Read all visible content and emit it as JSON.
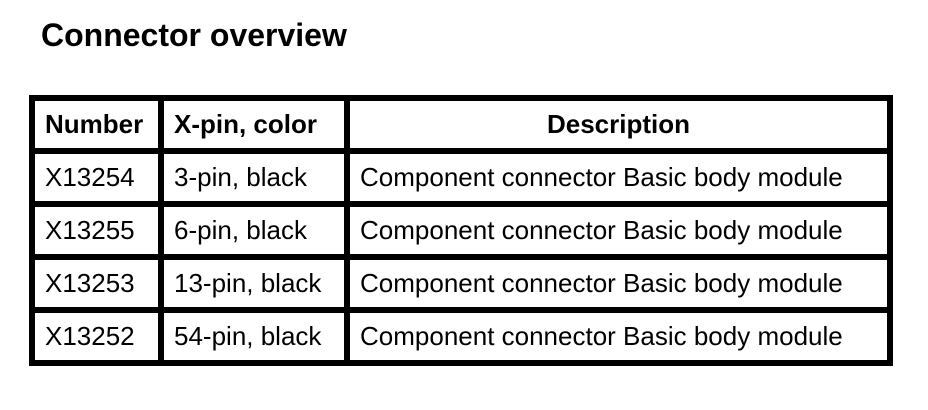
{
  "page": {
    "title": "Connector overview"
  },
  "colors": {
    "text": "#000000",
    "background": "#ffffff",
    "table_border": "#000000"
  },
  "table": {
    "columns": [
      {
        "key": "number",
        "label": "Number"
      },
      {
        "key": "pin_color",
        "label": "X-pin, color"
      },
      {
        "key": "description",
        "label": "Description"
      }
    ],
    "rows": [
      {
        "number": "X13254",
        "pin_color": "3-pin, black",
        "description": "Component connector Basic body module"
      },
      {
        "number": "X13255",
        "pin_color": "6-pin, black",
        "description": "Component connector Basic body module"
      },
      {
        "number": "X13253",
        "pin_color": "13-pin, black",
        "description": "Component connector Basic body module"
      },
      {
        "number": "X13252",
        "pin_color": "54-pin, black",
        "description": "Component connector Basic body module"
      }
    ]
  }
}
